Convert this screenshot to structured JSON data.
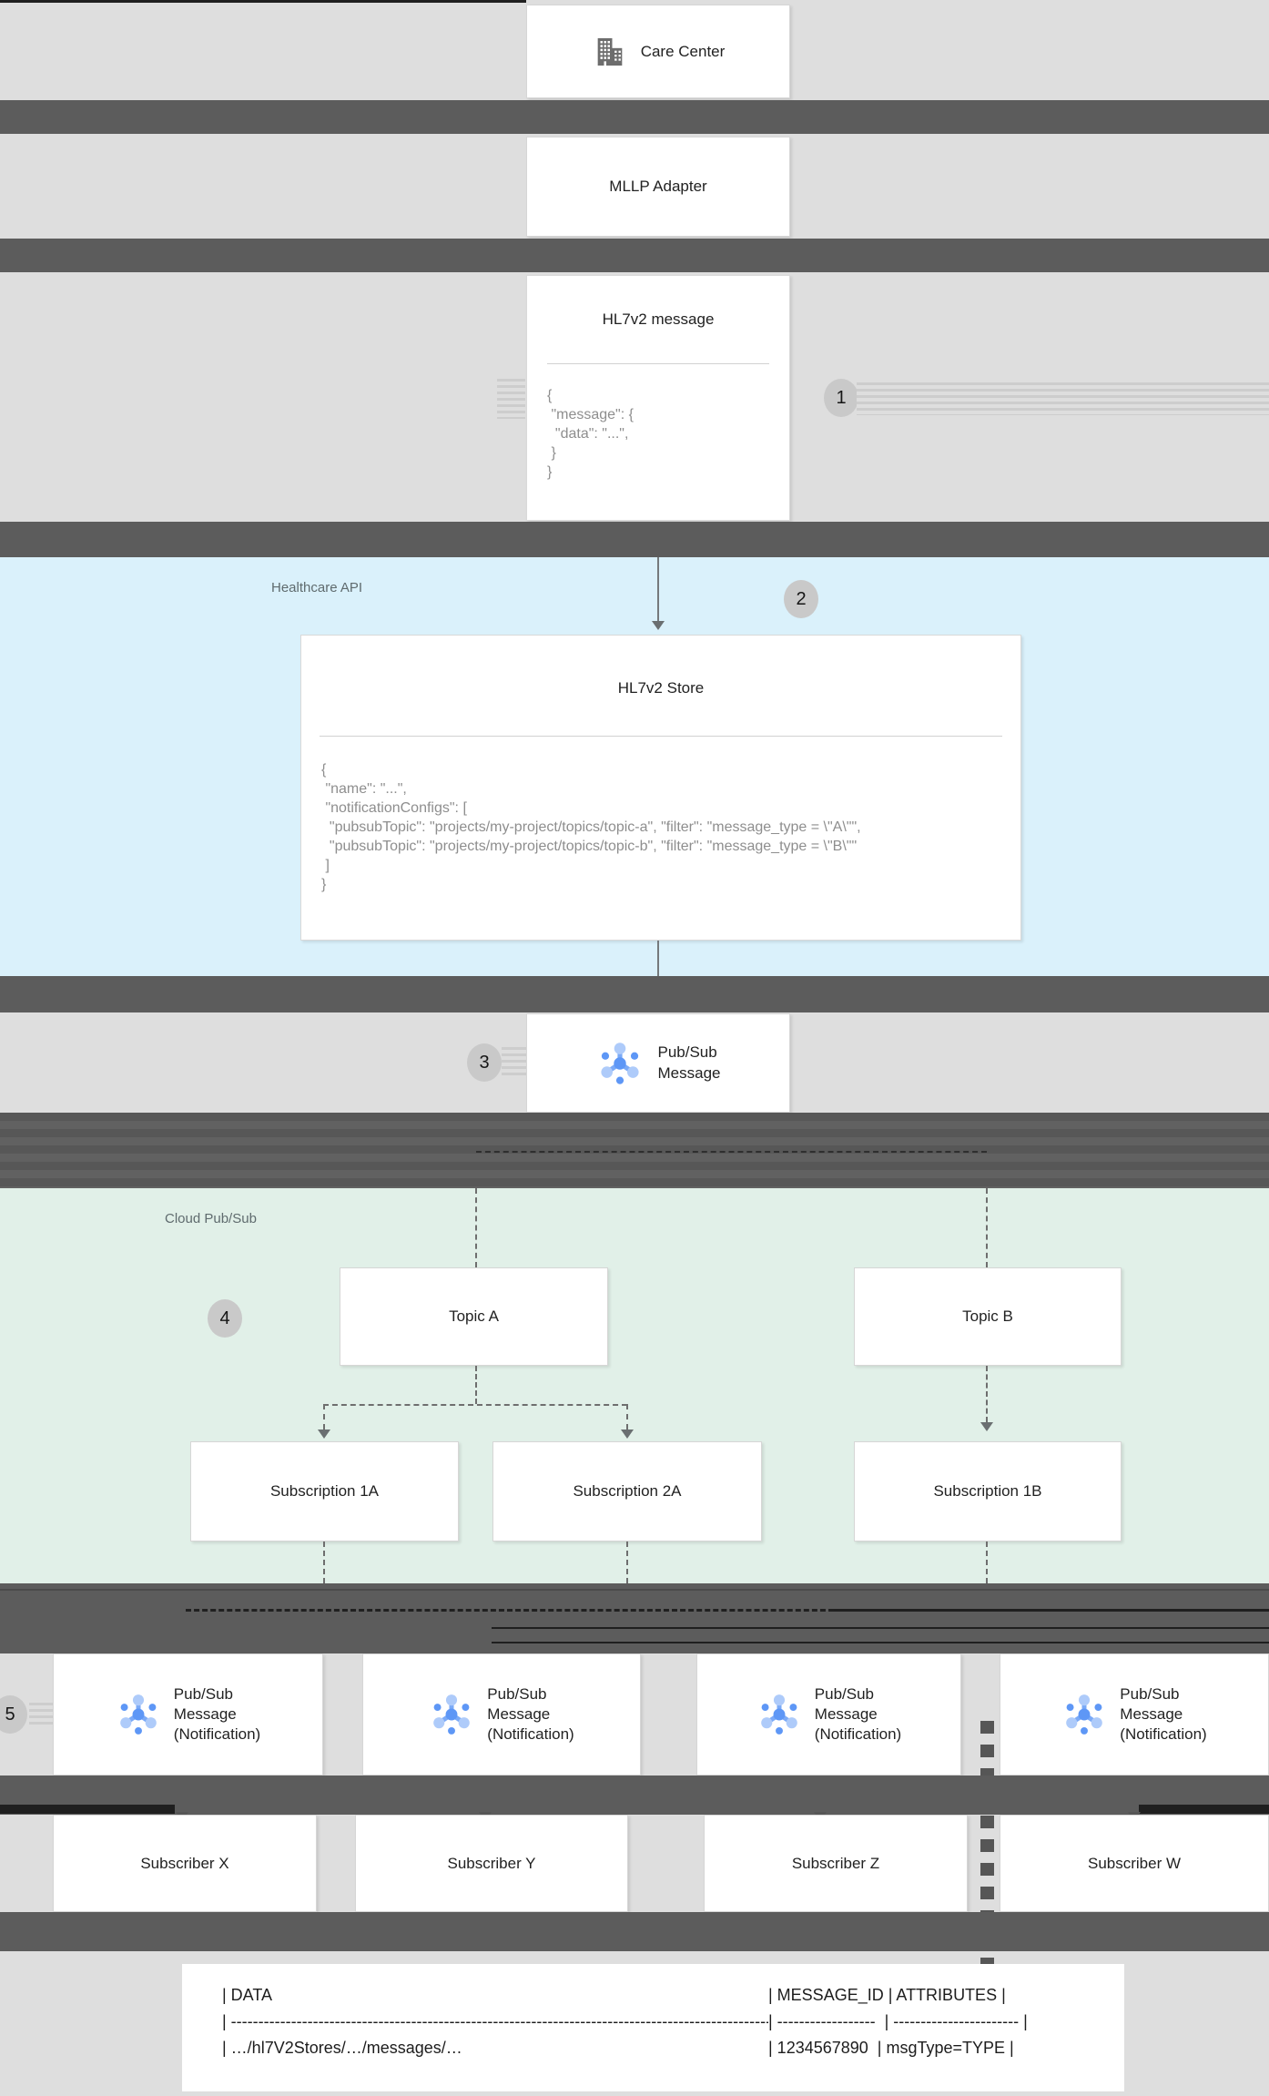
{
  "sections": {
    "healthcare_api": "Healthcare API",
    "cloud_pubsub": "Cloud Pub/Sub"
  },
  "steps": [
    "1",
    "2",
    "3",
    "4",
    "5"
  ],
  "nodes": {
    "care_center": {
      "label": "Care Center"
    },
    "mllp_adapter": {
      "label": "MLLP Adapter"
    },
    "hl7v2_message": {
      "title": "HL7v2 message",
      "code": "{\n \"message\": {\n  \"data\": \"...\",\n }\n}"
    },
    "hl7v2_store": {
      "title": "HL7v2 Store",
      "code": "{\n \"name\": \"...\",\n \"notificationConfigs\": [\n  \"pubsubTopic\": \"projects/my-project/topics/topic-a\", \"filter\": \"message_type = \\\"A\\\"\",\n  \"pubsubTopic\": \"projects/my-project/topics/topic-b\", \"filter\": \"message_type = \\\"B\\\"\"\n ]\n}"
    },
    "pubsub_message": {
      "label": "Pub/Sub\nMessage"
    }
  },
  "topics": [
    {
      "label": "Topic A"
    },
    {
      "label": "Topic B"
    }
  ],
  "subscriptions": [
    {
      "label": "Subscription 1A"
    },
    {
      "label": "Subscription 2A"
    },
    {
      "label": "Subscription 1B"
    }
  ],
  "notifications": [
    {
      "label": "Pub/Sub\nMessage\n(Notification)"
    },
    {
      "label": "Pub/Sub\nMessage\n(Notification)"
    },
    {
      "label": "Pub/Sub\nMessage\n(Notification)"
    },
    {
      "label": "Pub/Sub\nMessage\n(Notification)"
    }
  ],
  "subscribers": [
    {
      "label": "Subscriber X"
    },
    {
      "label": "Subscriber Y"
    },
    {
      "label": "Subscriber Z"
    },
    {
      "label": "Subscriber W"
    }
  ],
  "table": {
    "rows": [
      {
        "left": "| DATA",
        "right": "| MESSAGE_ID | ATTRIBUTES |"
      },
      {
        "left": "| -----------------------------------------------------------------------------------------------------------------------",
        "right": "| ------------------  | ----------------------- |"
      },
      {
        "left": "| …/hl7V2Stores/…/messages/…",
        "right": "| 1234567890  | msgType=TYPE |"
      }
    ]
  },
  "colors": {
    "page_bg": "#dedede",
    "separator_band": "#5c5c5c",
    "healthcare_bg": "#daf1fb",
    "cloud_pubsub_bg": "#e1f0e8",
    "pubsub_blue": "#4285f4",
    "pubsub_blue_light": "#aecbfa",
    "pubsub_blue_mid": "#5e97f6"
  }
}
